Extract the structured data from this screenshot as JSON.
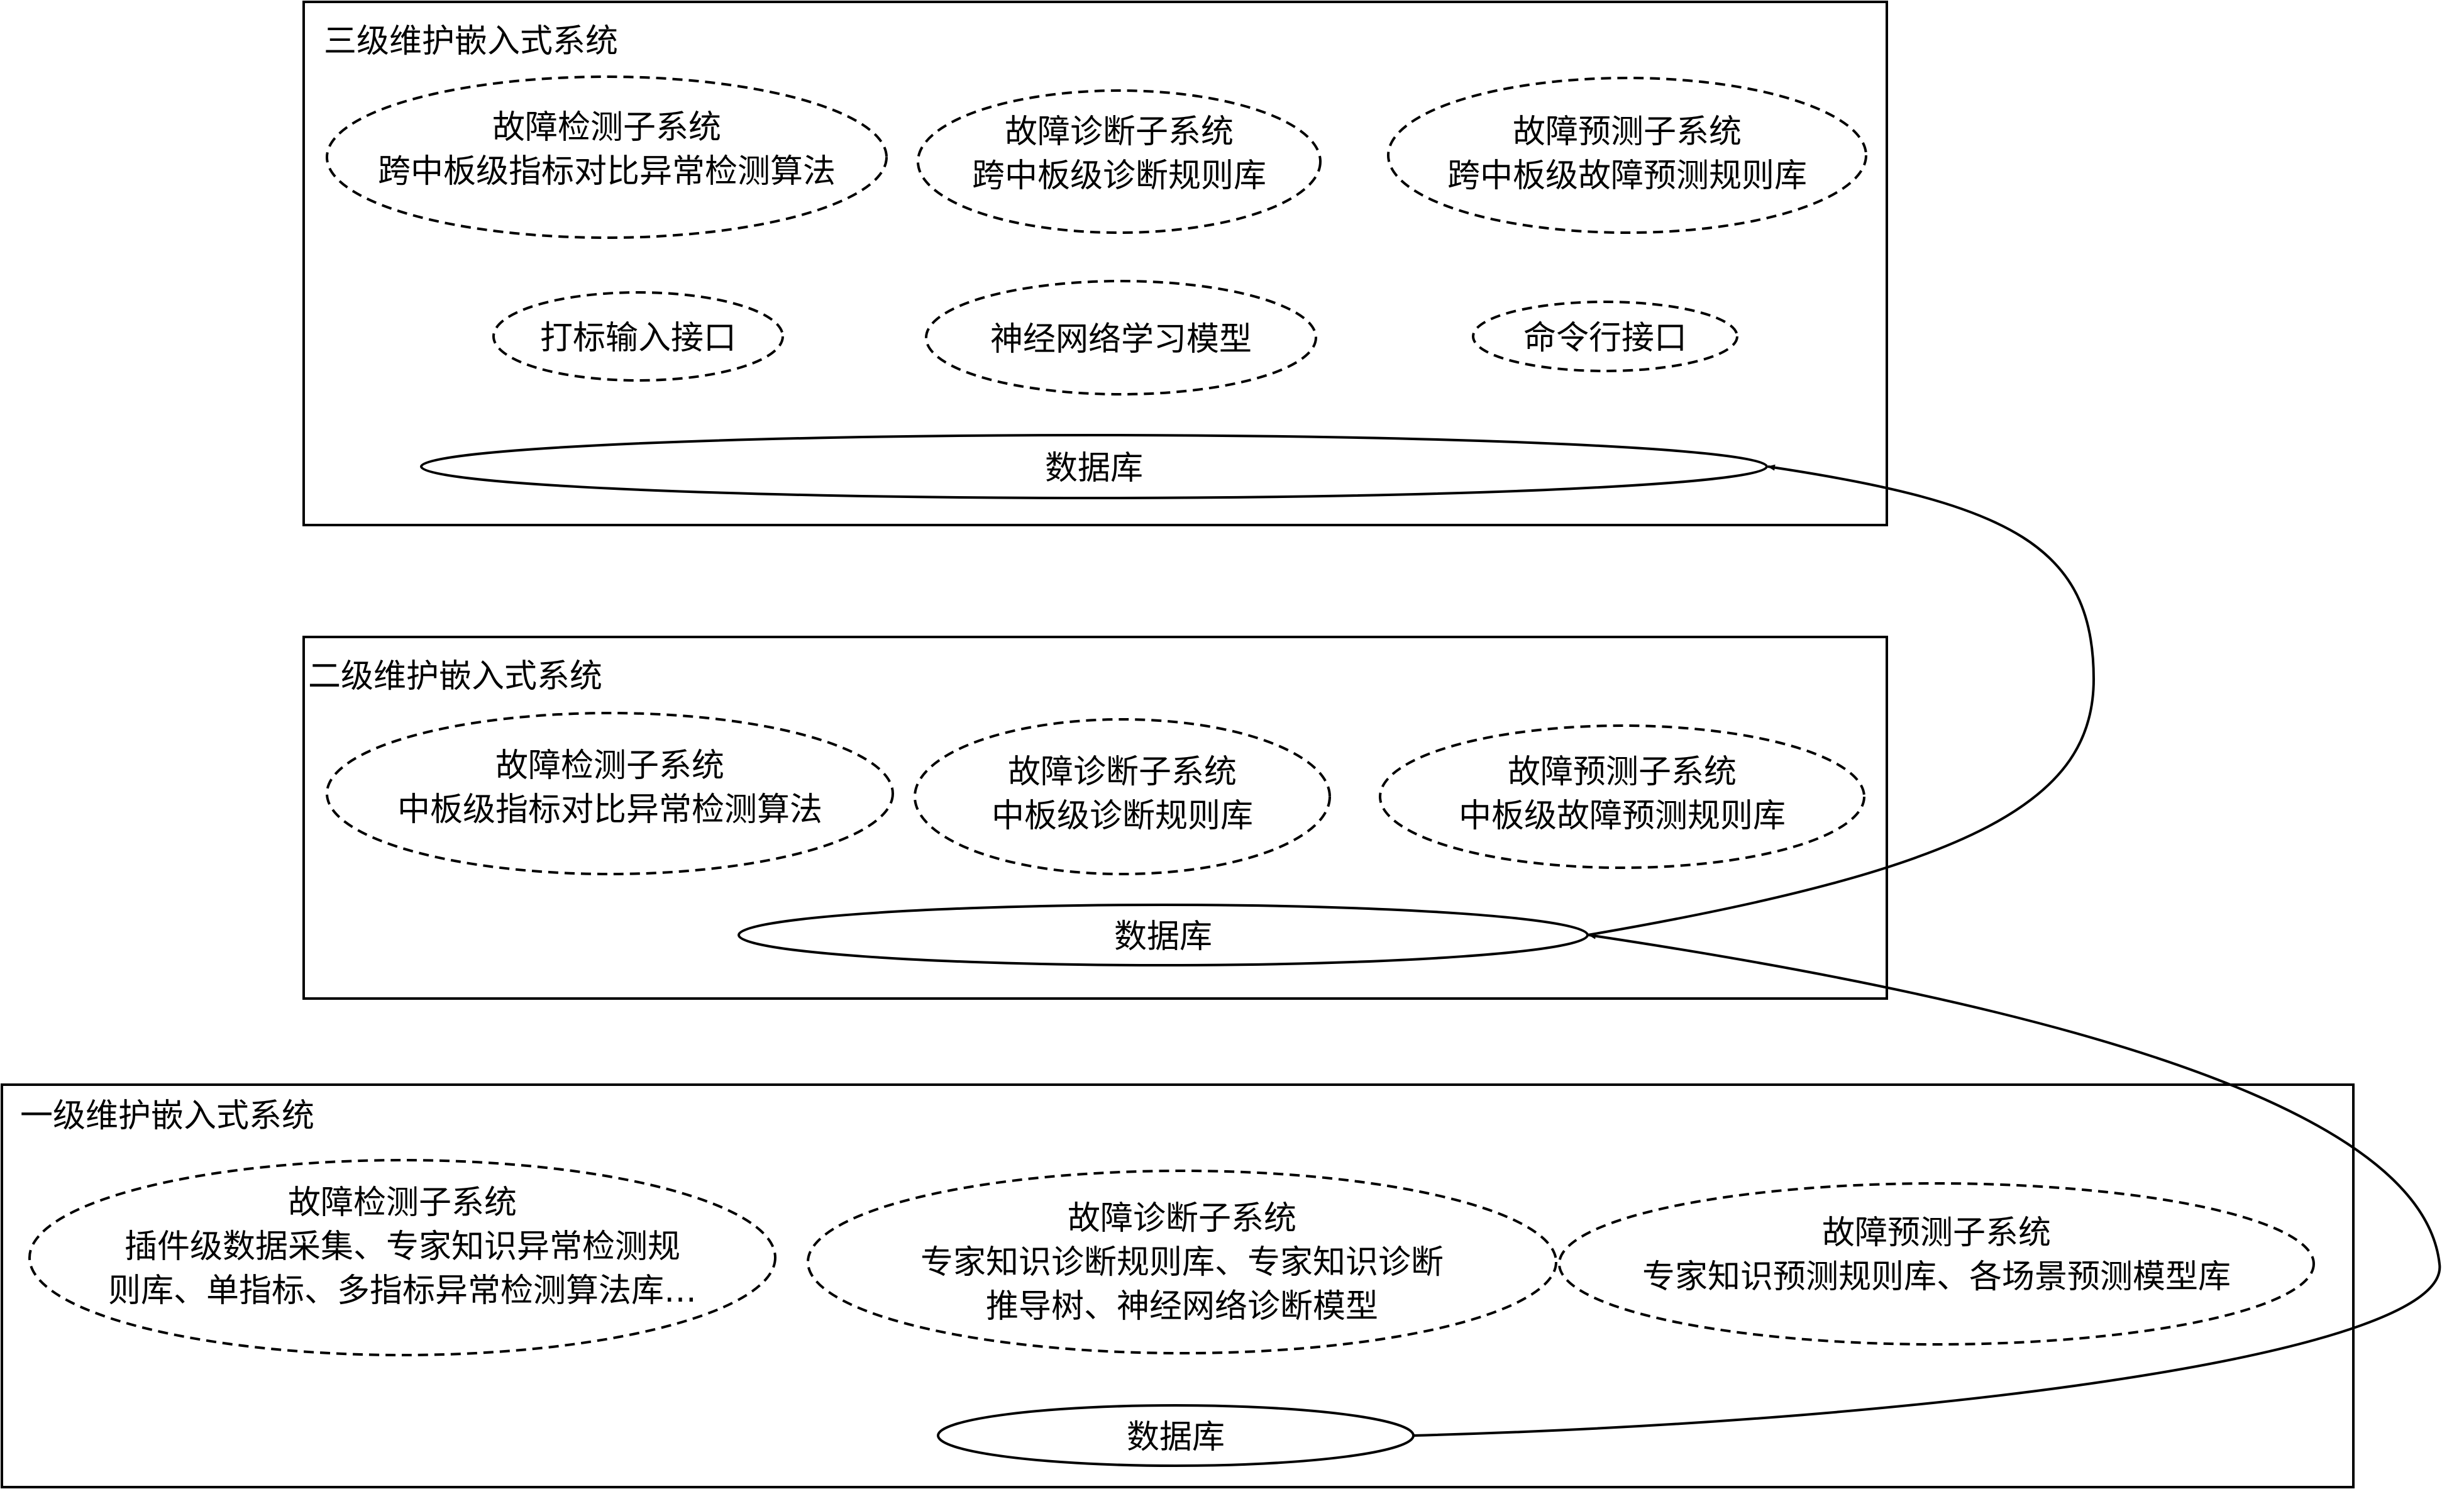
{
  "level3": {
    "title": "三级维护嵌入式系统",
    "detect": [
      "故障检测子系统",
      "跨中板级指标对比异常检测算法"
    ],
    "diagnose": [
      "故障诊断子系统",
      "跨中板级诊断规则库"
    ],
    "predict": [
      "故障预测子系统",
      "跨中板级故障预测规则库"
    ],
    "label_input": "打标输入接口",
    "nn_model": "神经网络学习模型",
    "cli": "命令行接口",
    "database": "数据库"
  },
  "level2": {
    "title": "二级维护嵌入式系统",
    "detect": [
      "故障检测子系统",
      "中板级指标对比异常检测算法"
    ],
    "diagnose": [
      "故障诊断子系统",
      "中板级诊断规则库"
    ],
    "predict": [
      "故障预测子系统",
      "中板级故障预测规则库"
    ],
    "database": "数据库"
  },
  "level1": {
    "title": "一级维护嵌入式系统",
    "detect": [
      "故障检测子系统",
      "插件级数据采集、专家知识异常检测规",
      "则库、单指标、多指标异常检测算法库…"
    ],
    "diagnose": [
      "故障诊断子系统",
      "专家知识诊断规则库、专家知识诊断",
      "推导树、神经网络诊断模型"
    ],
    "predict": [
      "故障预测子系统",
      "专家知识预测规则库、各场景预测模型库"
    ],
    "database": "数据库"
  }
}
